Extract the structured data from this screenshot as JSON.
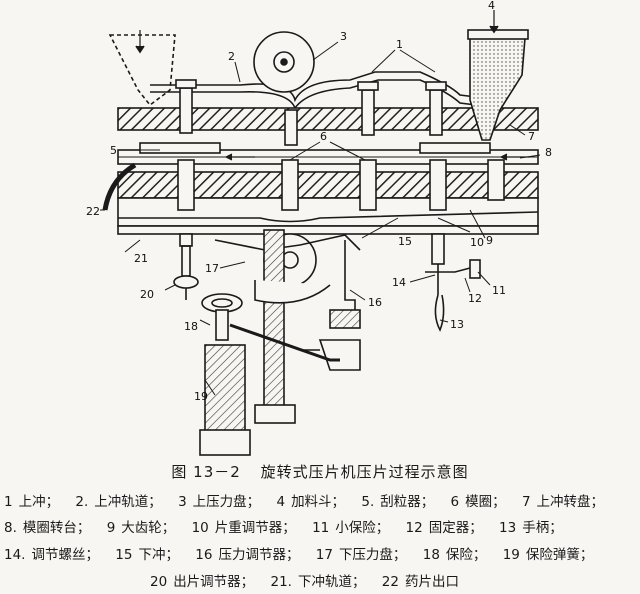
{
  "caption": {
    "figure_number": "图 13－2",
    "title": "旋转式压片机压片过程示意图"
  },
  "callouts": [
    "1",
    "2",
    "3",
    "4",
    "5",
    "6",
    "7",
    "8",
    "9",
    "10",
    "11",
    "12",
    "13",
    "14",
    "15",
    "16",
    "17",
    "18",
    "19",
    "20",
    "21",
    "22"
  ],
  "legend": [
    [
      {
        "num": "1",
        "text": "上冲；"
      },
      {
        "num": "2.",
        "text": "上冲轨道；"
      },
      {
        "num": "3",
        "text": "上压力盘；"
      },
      {
        "num": "4",
        "text": "加料斗；"
      },
      {
        "num": "5.",
        "text": "刮粒器；"
      },
      {
        "num": "6",
        "text": "模圈；"
      },
      {
        "num": "7",
        "text": "上冲转盘；"
      }
    ],
    [
      {
        "num": "8.",
        "text": "模圈转台；"
      },
      {
        "num": "9",
        "text": "大齿轮；"
      },
      {
        "num": "10",
        "text": "片重调节器；"
      },
      {
        "num": "11",
        "text": "小保险；"
      },
      {
        "num": "12",
        "text": "固定器；"
      },
      {
        "num": "13",
        "text": "手柄；"
      }
    ],
    [
      {
        "num": "14.",
        "text": "调节螺丝；"
      },
      {
        "num": "15",
        "text": "下冲；"
      },
      {
        "num": "16",
        "text": "压力调节器；"
      },
      {
        "num": "17",
        "text": "下压力盘；"
      },
      {
        "num": "18",
        "text": "保险；"
      },
      {
        "num": "19",
        "text": "保险弹簧；"
      }
    ],
    [
      {
        "num": "20",
        "text": "出片调节器；"
      },
      {
        "num": "21.",
        "text": "下冲轨道；"
      },
      {
        "num": "22",
        "text": "药片出口"
      }
    ]
  ]
}
